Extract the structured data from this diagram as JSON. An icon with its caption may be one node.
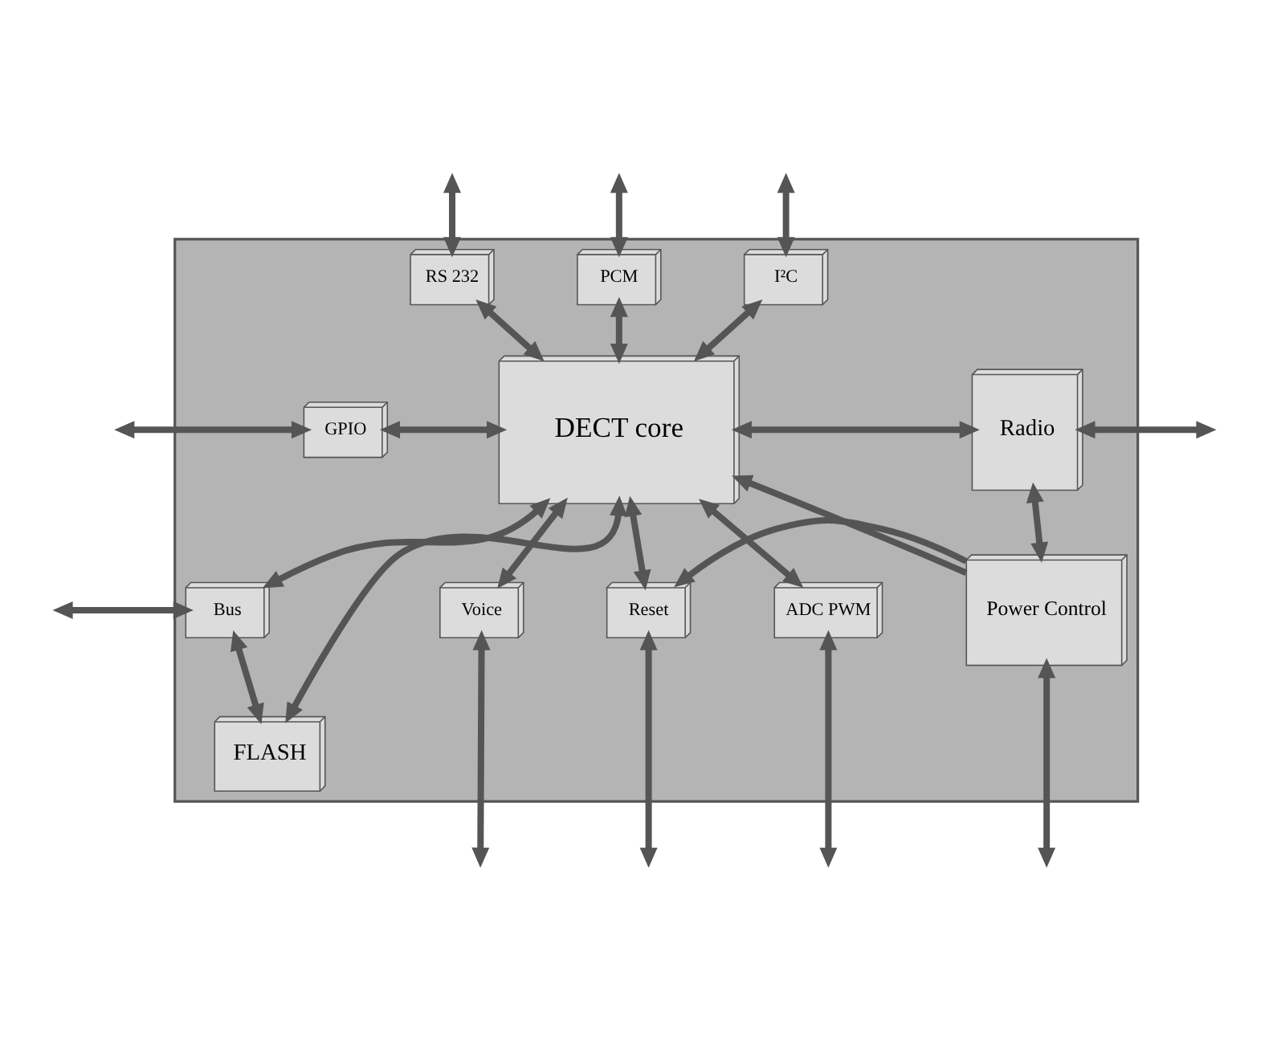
{
  "diagram": {
    "nodes": [
      {
        "text": [],
        "shape": "box"
      },
      {
        "text": [
          "RS 232"
        ],
        "in": 0
      },
      {
        "text": [
          "PCM"
        ],
        "in": 0
      },
      {
        "text": [
          "I²C"
        ],
        "in": 0
      },
      {
        "text": [
          "GPIO"
        ],
        "in": 0
      },
      {
        "text": [
          "DECT core"
        ],
        "in": 0
      },
      {
        "text": [
          "Radio"
        ],
        "in": 0
      },
      {
        "text": [
          "Bus"
        ],
        "in": 0
      },
      {
        "text": [
          "FLASH"
        ],
        "in": 0
      },
      {
        "text": [
          "Voice"
        ],
        "in": 0
      },
      {
        "text": [
          "ADC PWM"
        ],
        "in": 0
      },
      {
        "text": [
          "Reset"
        ],
        "in": 0
      },
      {
        "text": [
          "Power Control"
        ],
        "in": 0
      }
    ],
    "edges": [
      {
        "from": null,
        "to": 1,
        "arrow": "both"
      },
      {
        "from": null,
        "to": 2,
        "arrow": "both"
      },
      {
        "from": null,
        "to": 3,
        "arrow": "both"
      },
      {
        "from": 1,
        "to": 5,
        "arrow": "both"
      },
      {
        "from": 2,
        "to": 5,
        "arrow": "both"
      },
      {
        "from": 3,
        "to": 5,
        "arrow": "both"
      },
      {
        "from": null,
        "to": 4,
        "arrow": "both"
      },
      {
        "from": 4,
        "to": 5,
        "arrow": "both"
      },
      {
        "from": 5,
        "to": 6,
        "arrow": "both"
      },
      {
        "from": 6,
        "to": null,
        "arrow": "both"
      },
      {
        "from": null,
        "to": 7,
        "arrow": "both"
      },
      {
        "from": 7,
        "to": 5,
        "arrow": "both"
      },
      {
        "from": 8,
        "to": 5,
        "arrow": "both"
      },
      {
        "from": 8,
        "to": 7,
        "arrow": "both"
      },
      {
        "from": 6,
        "to": 12,
        "arrow": "both"
      },
      {
        "from": 5,
        "to": 9,
        "arrow": "both"
      },
      {
        "from": 5,
        "to": 10,
        "arrow": "both"
      },
      {
        "from": 5,
        "to": 11,
        "arrow": "both"
      },
      {
        "from": 12,
        "to": 5,
        "arrow": "to"
      },
      {
        "from": 12,
        "to": 11,
        "arrow": "to"
      },
      {
        "from": 9,
        "to": null,
        "arrow": "both"
      },
      {
        "from": 10,
        "to": null,
        "arrow": "both"
      },
      {
        "from": 11,
        "to": null,
        "arrow": "both"
      },
      {
        "from": 12,
        "to": null,
        "arrow": "both"
      }
    ]
  }
}
